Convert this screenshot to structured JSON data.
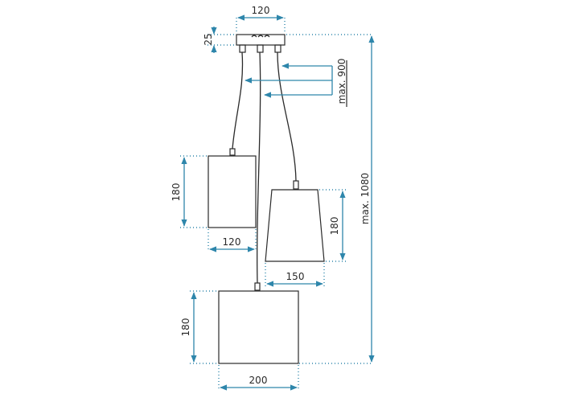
{
  "drawing": {
    "canopy": {
      "width_label": "120",
      "height_label": "25"
    },
    "drop_label": "max. 900",
    "total_label": "max. 1080",
    "shades": [
      {
        "id": "left",
        "height_label": "180",
        "width_label": "120"
      },
      {
        "id": "right",
        "height_label": "180",
        "width_label": "150"
      },
      {
        "id": "bottom",
        "height_label": "180",
        "width_label": "200"
      }
    ]
  }
}
